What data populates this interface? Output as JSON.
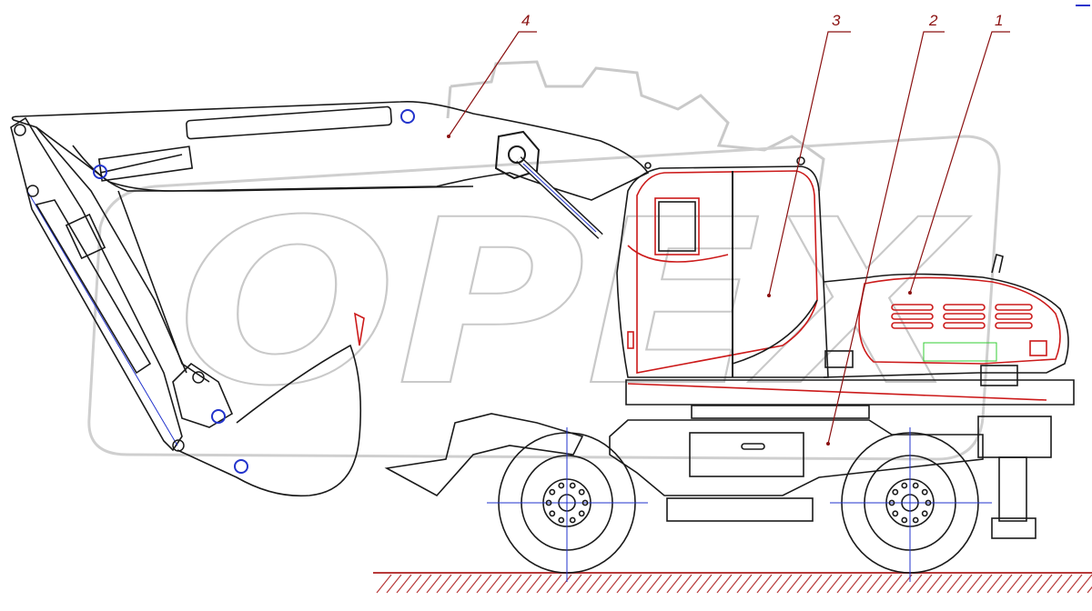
{
  "watermark": {
    "text": "ОРЕХ"
  },
  "callouts": [
    {
      "id": "callout-1",
      "label": "1"
    },
    {
      "id": "callout-2",
      "label": "2"
    },
    {
      "id": "callout-3",
      "label": "3"
    },
    {
      "id": "callout-4",
      "label": "4"
    }
  ],
  "colors": {
    "outline": "#1a1a1a",
    "highlight": "#cc1a1a",
    "centerline": "#2233cc",
    "watermark": "#c9c9c9",
    "ground_hatch": "#b83a3a",
    "callout_text": "#8a1010",
    "label_plate": "#33cc33"
  }
}
